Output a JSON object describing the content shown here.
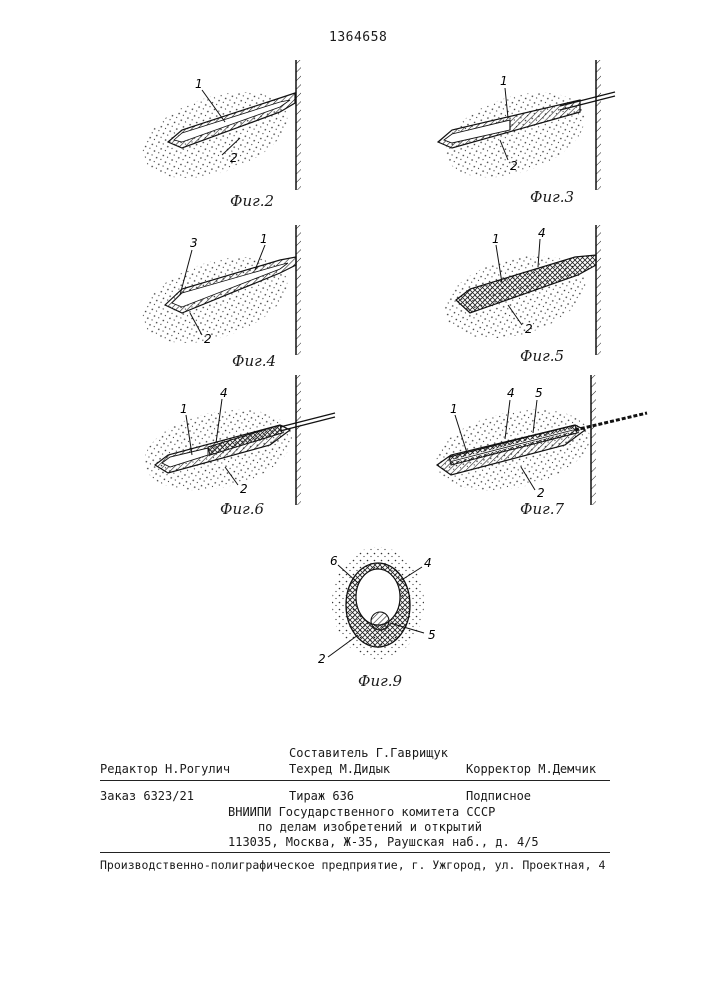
{
  "document": {
    "patent_number": "1364658"
  },
  "figures": [
    {
      "id": "fig2",
      "caption": "Фиг.2",
      "labels": [
        "1",
        "2"
      ]
    },
    {
      "id": "fig3",
      "caption": "Фиг.3",
      "labels": [
        "1",
        "2"
      ]
    },
    {
      "id": "fig4",
      "caption": "Фиг.4",
      "labels": [
        "3",
        "1",
        "2"
      ]
    },
    {
      "id": "fig5",
      "caption": "Фиг.5",
      "labels": [
        "1",
        "4",
        "2"
      ]
    },
    {
      "id": "fig6",
      "caption": "Фиг.6",
      "labels": [
        "1",
        "4",
        "2"
      ]
    },
    {
      "id": "fig7",
      "caption": "Фиг.7",
      "labels": [
        "1",
        "4",
        "5",
        "2"
      ]
    },
    {
      "id": "fig9",
      "caption": "Фиг.9",
      "labels": [
        "6",
        "4",
        "5",
        "2"
      ]
    }
  ],
  "imprint": {
    "editor": "Редактор Н.Рогулич",
    "compiler": "Составитель Г.Гаврищук",
    "techred": "Техред М.Дидык",
    "corrector": "Корректор М.Демчик",
    "order": "Заказ 6323/21",
    "circulation": "Тираж 636",
    "subscription": "Подписное",
    "org_line1": "ВНИИПИ Государственного комитета СССР",
    "org_line2": "по делам изобретений и открытий",
    "address": "113035, Москва, Ж-35, Раушская наб., д. 4/5",
    "printer": "Производственно-полиграфическое предприятие, г. Ужгород, ул. Проектная, 4"
  }
}
